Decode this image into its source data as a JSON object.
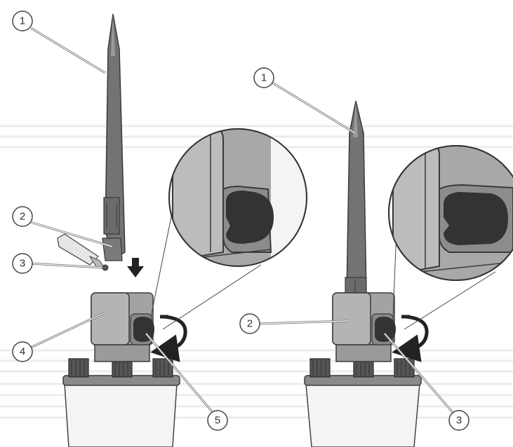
{
  "callouts": {
    "left_bit": "1",
    "left_shank": "2",
    "left_grease": "3",
    "left_chuck": "4",
    "left_lock": "5",
    "right_bit": "1",
    "right_chuck": "2",
    "right_lock": "3"
  },
  "colors": {
    "tool_dark": "#6b6b6b",
    "tool_mid": "#8c8c8c",
    "tool_light": "#a9a9a9",
    "outline": "#3a3a3a",
    "latch": "#333333",
    "housing": "#f2f2f2",
    "stripes": "#ececec",
    "arrow": "#222222"
  },
  "icons": {
    "insert_arrow": "down-arrow-icon",
    "rotate_arrow": "rotate-arrow-icon"
  }
}
